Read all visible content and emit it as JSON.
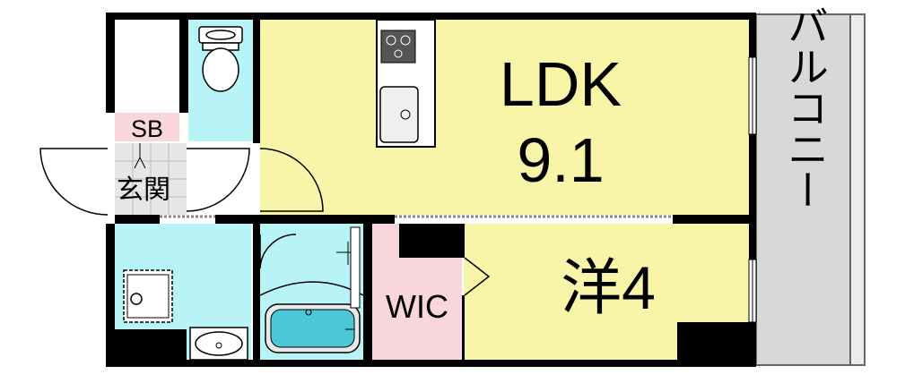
{
  "rooms": {
    "ldk": {
      "name": "LDK",
      "size": "9.1"
    },
    "western": {
      "name": "洋4"
    },
    "wic": {
      "name": "WIC"
    },
    "sb": {
      "name": "SB"
    },
    "entrance": {
      "name": "玄関"
    },
    "balcony": {
      "name": "バルコニー"
    }
  },
  "colors": {
    "yellow_room": "#f8f5a8",
    "blue_room": "#b8f4f6",
    "pink_room": "#f8d6dc",
    "balcony": "#d8d8d8",
    "wall": "#000000"
  },
  "icons": [
    "stove-icon",
    "kitchen-sink-icon",
    "toilet-icon",
    "bathtub-icon",
    "washing-machine-icon",
    "wash-basin-icon"
  ]
}
